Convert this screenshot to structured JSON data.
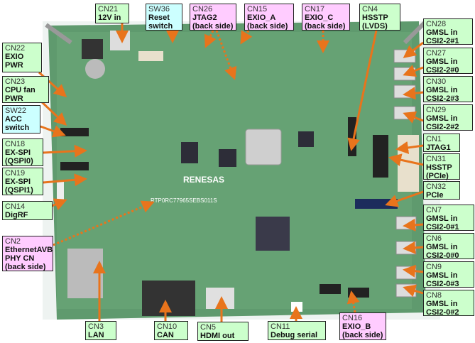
{
  "colors": {
    "arrow": "#e8741c",
    "front_label": "#ccffcc",
    "switch_label": "#ccffff",
    "back_label": "#ffccff",
    "board": "#5f9a6e"
  },
  "board": {
    "brand": "RENESAS",
    "part": "RTP0RC77965SEBS011S"
  },
  "labels": {
    "cn21": {
      "id": "CN21",
      "name": "12V in"
    },
    "sw36": {
      "id": "SW36",
      "name": "Reset\nswitch"
    },
    "cn26": {
      "id": "CN26",
      "name": "JTAG2\n(back side)"
    },
    "cn15": {
      "id": "CN15",
      "name": "EXIO_A\n(back side)"
    },
    "cn17": {
      "id": "CN17",
      "name": "EXIO_C\n(back side)"
    },
    "cn4": {
      "id": "CN4",
      "name": "HSSTP\n(LVDS)"
    },
    "cn28": {
      "id": "CN28",
      "name": "GMSL in\nCSI2-2#1"
    },
    "cn27": {
      "id": "CN27",
      "name": "GMSL in\nCSI2-2#0"
    },
    "cn30": {
      "id": "CN30",
      "name": "GMSL in\nCSI2-2#3"
    },
    "cn29": {
      "id": "CN29",
      "name": "GMSL in\nCSI2-2#2"
    },
    "cn1": {
      "id": "CN1",
      "name": "JTAG1"
    },
    "cn31": {
      "id": "CN31",
      "name": "HSSTP\n(PCIe)"
    },
    "cn32": {
      "id": "CN32",
      "name": "PCIe"
    },
    "cn7": {
      "id": "CN7",
      "name": "GMSL in\nCSI2-0#1"
    },
    "cn6": {
      "id": "CN6",
      "name": "GMSL in\nCSI2-0#0"
    },
    "cn9": {
      "id": "CN9",
      "name": "GMSL in\nCSI2-0#3"
    },
    "cn8": {
      "id": "CN8",
      "name": "GMSL in\nCSI2-0#2"
    },
    "cn22": {
      "id": "CN22",
      "name": "EXIO\nPWR"
    },
    "cn23": {
      "id": "CN23",
      "name": "CPU fan\nPWR"
    },
    "sw22": {
      "id": "SW22",
      "name": "ACC\nswitch"
    },
    "cn18": {
      "id": "CN18",
      "name": "EX-SPI\n(QSPI0)"
    },
    "cn19": {
      "id": "CN19",
      "name": "EX-SPI\n(QSPI1)"
    },
    "cn14": {
      "id": "CN14",
      "name": "DigRF"
    },
    "cn2": {
      "id": "CN2",
      "name": "EthernetAVB\nPHY CN\n(back side)"
    },
    "cn3": {
      "id": "CN3",
      "name": "LAN"
    },
    "cn10": {
      "id": "CN10",
      "name": "CAN"
    },
    "cn5": {
      "id": "CN5",
      "name": "HDMI out"
    },
    "cn11": {
      "id": "CN11",
      "name": "Debug serial"
    },
    "cn16": {
      "id": "CN16",
      "name": "EXIO_B\n(back side)"
    }
  }
}
